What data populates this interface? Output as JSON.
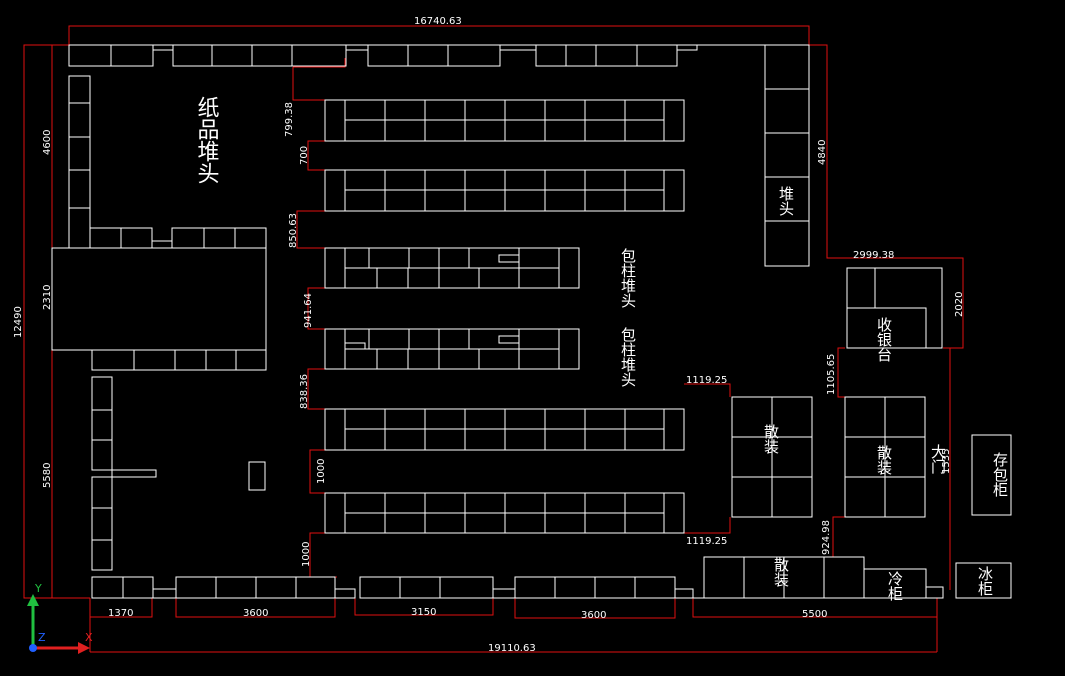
{
  "dimensions": {
    "top_width": "16740.63",
    "bottom_width": "19110.63",
    "left_height": "12490",
    "left_upper": "4600",
    "left_mid": "2310",
    "left_lower": "5580",
    "gap1": "799.38",
    "gap2": "700",
    "gap3": "850.63",
    "gap4": "941.64",
    "gap5": "838.36",
    "gap6": "1000",
    "gap7": "1000",
    "right_top": "4840",
    "cashier_width": "2999.38",
    "cashier_height": "2020",
    "aisle_top": "1119.25",
    "aisle_bottom": "1119.25",
    "right_gap1": "1105.65",
    "right_gap2": "924.98",
    "door_dim": "1535",
    "seg_1370": "1370",
    "seg_3600a": "3600",
    "seg_3150": "3150",
    "seg_3600b": "3600",
    "seg_5500": "5500"
  },
  "labels": {
    "paper_head": "纸品堆头",
    "pile_head": "堆头",
    "pack_head1": "包柱堆头",
    "pack_head2": "包柱堆头",
    "cashier": "收银台",
    "bulk1": "散装",
    "bulk2": "散装",
    "bulk3": "散装",
    "door": "大门",
    "cold": "冷柜",
    "frozen": "冰柜",
    "locker": "存包柜"
  },
  "axis": {
    "x": "X",
    "y": "Y",
    "z": "Z"
  },
  "colors": {
    "shelf": "#ffffff",
    "dimension": "#e01010",
    "axis_x": "#e02020",
    "axis_y": "#20c040",
    "axis_z": "#2060ff"
  }
}
